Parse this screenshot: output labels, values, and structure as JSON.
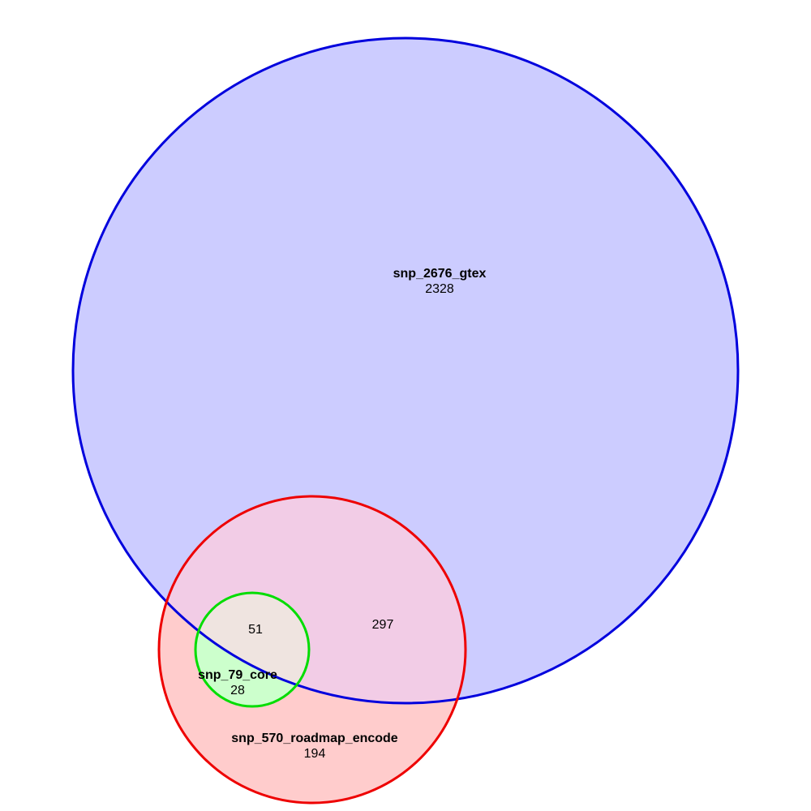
{
  "sets": {
    "gtex": {
      "name": "snp_2676_gtex",
      "fill": "#ccccff",
      "stroke": "#0000dd"
    },
    "roadmap": {
      "name": "snp_570_roadmap_encode",
      "fill": "#ffcccc",
      "stroke": "#ee0000"
    },
    "core": {
      "name": "snp_79_core",
      "fill": "#ccffcc",
      "stroke": "#00dd00"
    }
  },
  "regions": {
    "gtex_only": "2328",
    "gtex_roadmap": "297",
    "all_three": "51",
    "core_roadmap_only": "28",
    "roadmap_only": "194"
  }
}
